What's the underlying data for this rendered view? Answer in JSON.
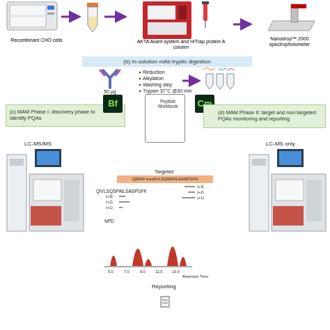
{
  "diagram": {
    "nodes": [
      {
        "text": [
          "Recombinant CHO cells"
        ]
      },
      {
        "text": [
          "AKTA Avant system and HiTrap protein A column"
        ]
      },
      {
        "text": [
          "Nanodrop™ 2000 spectrophotometer"
        ]
      },
      {
        "text": [
          "(b) In-solution mAb tryptic digestion"
        ]
      },
      {
        "text": [
          "(c) MAM Phase I: discovery phase to identify PQAs"
        ]
      },
      {
        "text": [
          "Bf"
        ]
      },
      {
        "text": [
          "Peptide Workbook"
        ]
      },
      {
        "text": [
          "Cm"
        ]
      },
      {
        "text": [
          "(d) MAM Phase II: target and non-targeted PQAs monitoring and reporting"
        ]
      },
      {
        "text": [
          "Q[NH3 loss]IVLSQSPAILSASPGFK"
        ]
      }
    ],
    "edges": [
      {
        "from": 1,
        "to": 2,
        "arrow": "to"
      }
    ],
    "labels": [
      "50 µg",
      "Reduction",
      "Alkylation",
      "Washing step",
      "Trypsin 37°C @30 min",
      "LC-MS/MS",
      "LC-MS only",
      "Targeted",
      "QIVLSQSPAILSASPGFK",
      "(+3)",
      "(+2)",
      "(+1)",
      "(+3)",
      "(+2)",
      "(+1)",
      "NPD",
      "5.0",
      "7.0",
      "9.0",
      "11.0",
      "13.0",
      "Retention Time",
      "Reporting"
    ]
  }
}
